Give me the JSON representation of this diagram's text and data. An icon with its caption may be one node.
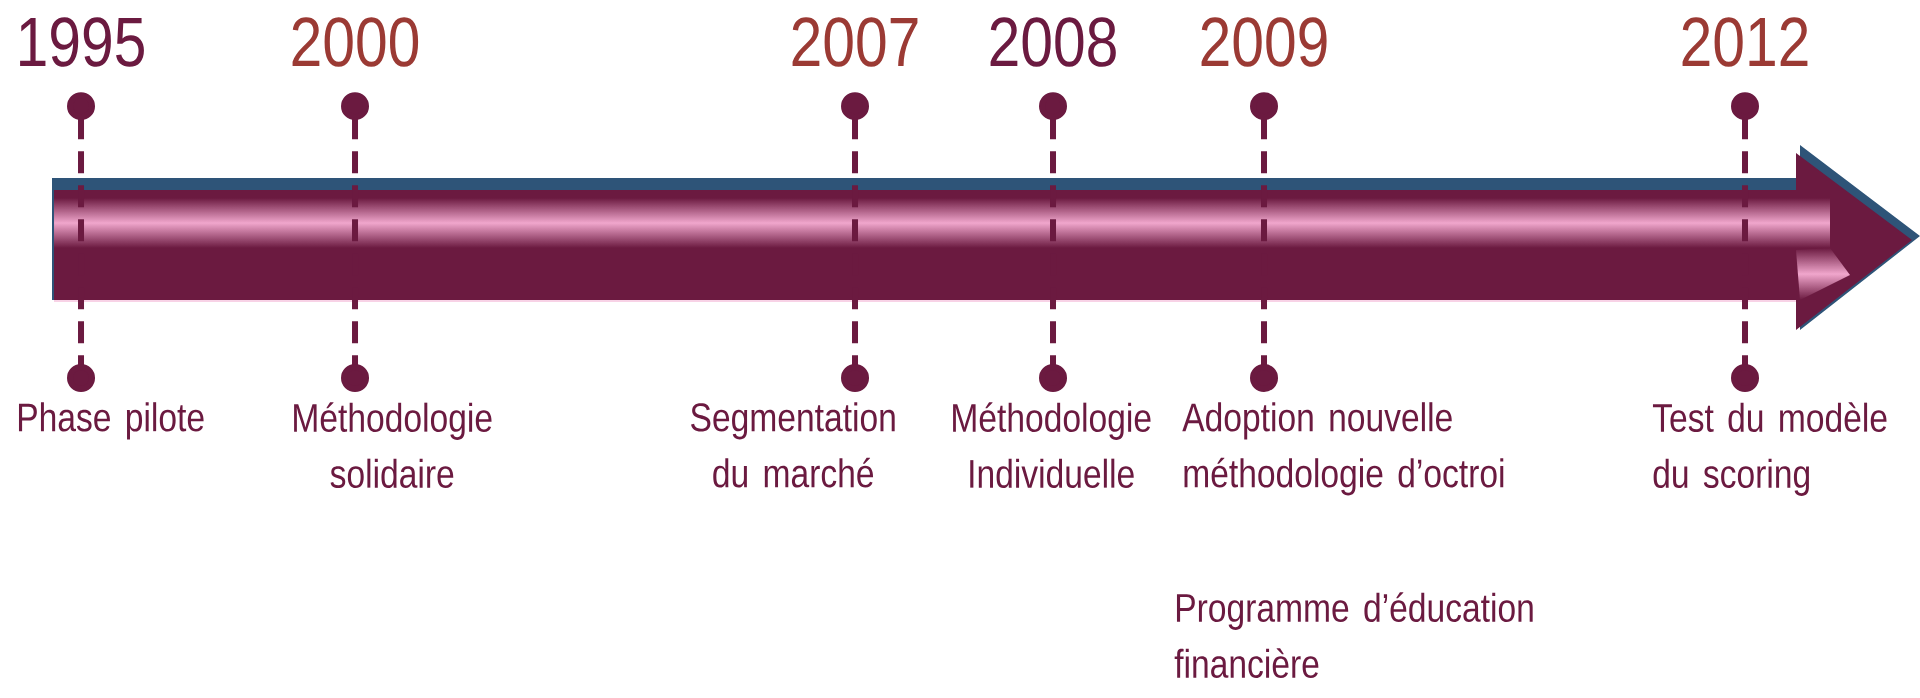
{
  "diagram": {
    "nodes": [
      {
        "text": [
          "1995"
        ]
      },
      {
        "text": [
          "2000"
        ]
      },
      {
        "text": [
          "2007"
        ]
      },
      {
        "text": [
          "2008"
        ]
      },
      {
        "text": [
          "2009"
        ]
      },
      {
        "text": [
          "2012"
        ]
      },
      {
        "text": [
          "Phase pilote"
        ]
      },
      {
        "text": [
          "Méthodologie solidaire"
        ]
      },
      {
        "text": [
          "Segmentation du marché"
        ]
      },
      {
        "text": [
          "Méthodologie Individuelle"
        ]
      },
      {
        "text": [
          "Adoption nouvelle méthodologie d’octroi"
        ]
      },
      {
        "text": [
          "Test du modèle du scoring"
        ]
      }
    ],
    "edges": [
      {
        "from": 0,
        "to": 6,
        "arrow": "other",
        "style": "dashed"
      },
      {
        "from": 1,
        "to": 7,
        "arrow": "other",
        "style": "dashed"
      },
      {
        "from": 2,
        "to": 8,
        "arrow": "other",
        "style": "dashed"
      },
      {
        "from": 3,
        "to": 9,
        "arrow": "other",
        "style": "dashed"
      },
      {
        "from": 4,
        "to": 10,
        "arrow": "other",
        "style": "dashed"
      },
      {
        "from": 5,
        "to": 11,
        "arrow": "other",
        "style": "dashed"
      }
    ],
    "labels": [
      "Programme d’éducation financière"
    ]
  }
}
